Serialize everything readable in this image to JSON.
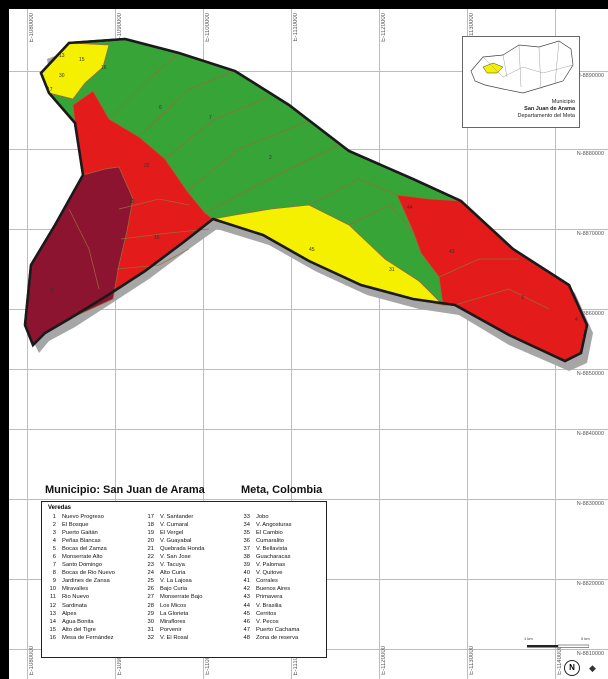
{
  "map": {
    "title": "Municipio: San Juan de Arama",
    "region": "Meta, Colombia",
    "colors": {
      "red": "#e41b1b",
      "green": "#37a437",
      "yellow": "#f4f000",
      "maroon": "#8c1430",
      "shadow": "#a6a6a6",
      "border": "#1a1a1a",
      "parcel_line": "#9a6a3a"
    },
    "coords_top": [
      "E-1080000",
      "E-1090000",
      "E-1100000",
      "E-1110000",
      "E-1120000",
      "E-1130000"
    ],
    "coords_bottom": [
      "E-1080000",
      "E-1090000",
      "E-1100000",
      "E-1110000",
      "E-1120000",
      "E-1130000",
      "E-1140000"
    ],
    "coords_right": [
      "N-8890000",
      "N-8880000",
      "N-8870000",
      "N-8860000",
      "N-8850000",
      "N-8840000",
      "N-8830000",
      "N-8820000",
      "N-8810000"
    ]
  },
  "inset": {
    "line1": "Municipio",
    "line2": "San Juan de Arama",
    "line3": "Departamento del Meta"
  },
  "legend": {
    "header": "Veredas",
    "items": [
      {
        "n": "1",
        "name": "Nuevo Progreso"
      },
      {
        "n": "2",
        "name": "El Bosque"
      },
      {
        "n": "3",
        "name": "Puerto Gaitán"
      },
      {
        "n": "4",
        "name": "Peñas Blancas"
      },
      {
        "n": "5",
        "name": "Bocas del Zamza"
      },
      {
        "n": "6",
        "name": "Monserrate Alto"
      },
      {
        "n": "7",
        "name": "Santo Domingo"
      },
      {
        "n": "8",
        "name": "Bocas de Rio Nuevo"
      },
      {
        "n": "9",
        "name": "Jardines de Zansa"
      },
      {
        "n": "10",
        "name": "Miravalles"
      },
      {
        "n": "11",
        "name": "Rio Nuevo"
      },
      {
        "n": "12",
        "name": "Sardinata"
      },
      {
        "n": "13",
        "name": "Alpes"
      },
      {
        "n": "14",
        "name": "Agua Bonita"
      },
      {
        "n": "15",
        "name": "Alto del Tigre"
      },
      {
        "n": "16",
        "name": "Mesa de Fernández"
      },
      {
        "n": "17",
        "name": "V. Santander"
      },
      {
        "n": "18",
        "name": "V. Cumaral"
      },
      {
        "n": "19",
        "name": "El Vergel"
      },
      {
        "n": "20",
        "name": "V. Guayabal"
      },
      {
        "n": "21",
        "name": "Quebrada Honda"
      },
      {
        "n": "22",
        "name": "V. San Jose"
      },
      {
        "n": "23",
        "name": "V. Tacuya"
      },
      {
        "n": "24",
        "name": "Alto Curia"
      },
      {
        "n": "25",
        "name": "V. La Lajosa"
      },
      {
        "n": "26",
        "name": "Bajo Curia"
      },
      {
        "n": "27",
        "name": "Monserrate Bajo"
      },
      {
        "n": "28",
        "name": "Los Micos"
      },
      {
        "n": "29",
        "name": "La Glorieta"
      },
      {
        "n": "30",
        "name": "Miraflores"
      },
      {
        "n": "31",
        "name": "Porvenir"
      },
      {
        "n": "32",
        "name": "V. El Rosal"
      },
      {
        "n": "33",
        "name": "Jobo"
      },
      {
        "n": "34",
        "name": "V. Angosturas"
      },
      {
        "n": "35",
        "name": "El Cambio"
      },
      {
        "n": "36",
        "name": "Cumaralito"
      },
      {
        "n": "37",
        "name": "V. Bellavista"
      },
      {
        "n": "38",
        "name": "Guacharacas"
      },
      {
        "n": "39",
        "name": "V. Palomas"
      },
      {
        "n": "40",
        "name": "V. Quitove"
      },
      {
        "n": "41",
        "name": "Corrales"
      },
      {
        "n": "42",
        "name": "Buenos Aires"
      },
      {
        "n": "43",
        "name": "Primavera"
      },
      {
        "n": "44",
        "name": "V. Brasilia"
      },
      {
        "n": "45",
        "name": "Cerritos"
      },
      {
        "n": "46",
        "name": "V. Pecos"
      },
      {
        "n": "47",
        "name": "Puerto Cachama"
      },
      {
        "n": "48",
        "name": "Zona de reserva"
      }
    ]
  },
  "scale": {
    "left": "1 km",
    "right": "0 km"
  },
  "north": "N"
}
